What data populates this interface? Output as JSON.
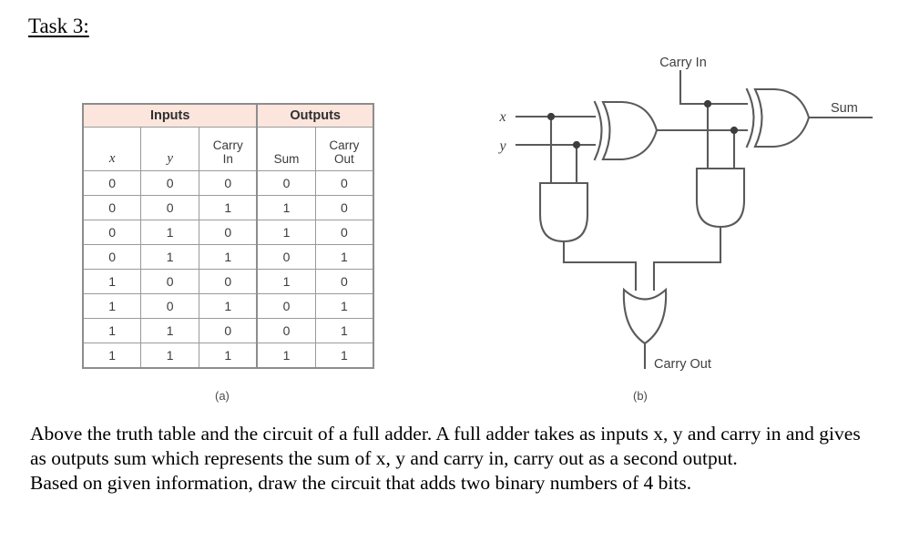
{
  "heading": "Task 3:",
  "table": {
    "group_headers": [
      "Inputs",
      "Outputs"
    ],
    "sub_headers": [
      "x",
      "y",
      "Carry In",
      "Sum",
      "Carry Out"
    ],
    "sub_headers_split": [
      {
        "l1": "",
        "l2": "x"
      },
      {
        "l1": "",
        "l2": "y"
      },
      {
        "l1": "Carry",
        "l2": "In"
      },
      {
        "l1": "",
        "l2": "Sum"
      },
      {
        "l1": "Carry",
        "l2": "Out"
      }
    ],
    "rows": [
      [
        "0",
        "0",
        "0",
        "0",
        "0"
      ],
      [
        "0",
        "0",
        "1",
        "1",
        "0"
      ],
      [
        "0",
        "1",
        "0",
        "1",
        "0"
      ],
      [
        "0",
        "1",
        "1",
        "0",
        "1"
      ],
      [
        "1",
        "0",
        "0",
        "1",
        "0"
      ],
      [
        "1",
        "0",
        "1",
        "0",
        "1"
      ],
      [
        "1",
        "1",
        "0",
        "0",
        "1"
      ],
      [
        "1",
        "1",
        "1",
        "1",
        "1"
      ]
    ],
    "header_bg": "#fbe5dc",
    "border_color": "#9a9a9a"
  },
  "circuit": {
    "labels": {
      "x": "x",
      "y": "y",
      "carry_in": "Carry In",
      "sum": "Sum",
      "carry_out": "Carry Out"
    },
    "gates": [
      {
        "name": "xor-1",
        "type": "XOR"
      },
      {
        "name": "and-1",
        "type": "AND"
      },
      {
        "name": "xor-2",
        "type": "XOR"
      },
      {
        "name": "and-2",
        "type": "AND"
      },
      {
        "name": "or-1",
        "type": "OR"
      }
    ],
    "wire_color": "#5a5a5a"
  },
  "captions": {
    "a": "(a)",
    "b": "(b)"
  },
  "description": {
    "line1": "Above the truth table and the circuit of a full adder. A full adder takes as inputs x, y and carry in and gives as outputs sum which represents the sum of x, y and carry in, carry out as a second output.",
    "line2": "Based on given information, draw the circuit that adds two binary numbers of 4 bits."
  }
}
